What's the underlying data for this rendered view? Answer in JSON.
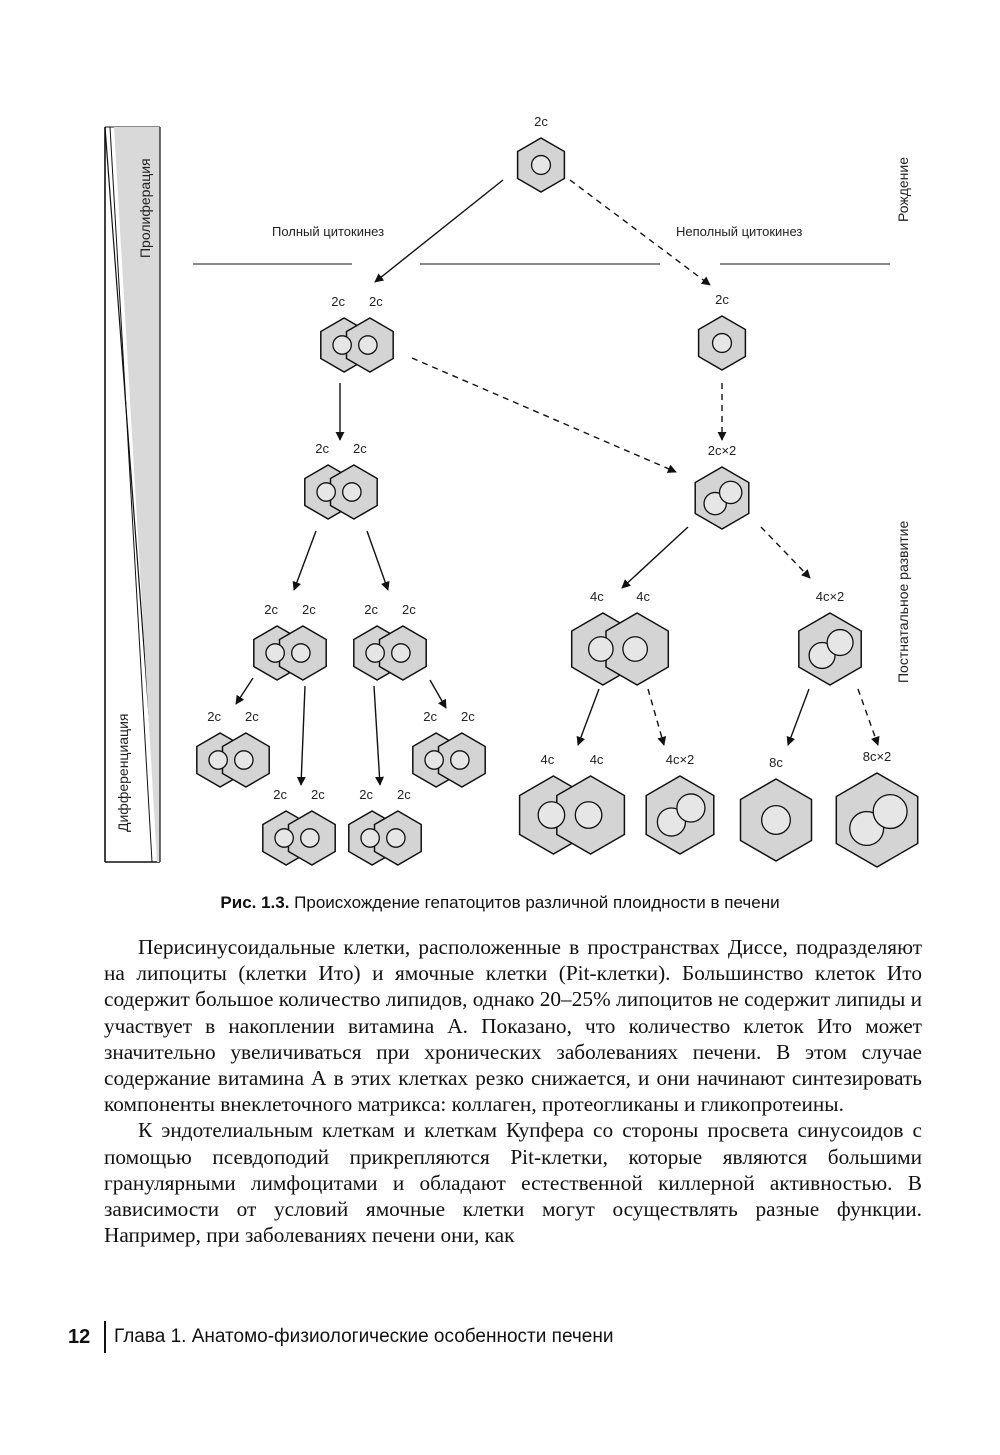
{
  "figure": {
    "labels": {
      "root": "2c",
      "full_cytokinesis": "Полный цитокинез",
      "incomplete_cytokinesis": "Неполный цитокинез",
      "birth": "Рождение",
      "postnatal": "Постнатальное развитие",
      "proliferation": "Пролиферация",
      "differentiation": "Дифференциация"
    },
    "cells": [
      {
        "labels": [
          "2c"
        ],
        "kind": "single"
      },
      {
        "labels": [
          "2c",
          "2c"
        ],
        "kind": "double"
      },
      {
        "labels": [
          "2c"
        ],
        "kind": "single"
      },
      {
        "labels": [
          "2c",
          "2c"
        ],
        "kind": "double"
      },
      {
        "labels": [
          "2c×2"
        ],
        "kind": "binucleate"
      },
      {
        "labels": [
          "2c",
          "2c"
        ],
        "kind": "double"
      },
      {
        "labels": [
          "2c",
          "2c"
        ],
        "kind": "double"
      },
      {
        "labels": [
          "4c",
          "4c"
        ],
        "kind": "double"
      },
      {
        "labels": [
          "4c×2"
        ],
        "kind": "binucleate"
      },
      {
        "labels": [
          "2c",
          "2c"
        ],
        "kind": "double"
      },
      {
        "labels": [
          "2c",
          "2c"
        ],
        "kind": "double"
      },
      {
        "labels": [
          "2c",
          "2c"
        ],
        "kind": "double"
      },
      {
        "labels": [
          "2c",
          "2c"
        ],
        "kind": "double"
      },
      {
        "labels": [
          "4c",
          "4c"
        ],
        "kind": "double"
      },
      {
        "labels": [
          "4c×2"
        ],
        "kind": "binucleate"
      },
      {
        "labels": [
          "8c"
        ],
        "kind": "single"
      },
      {
        "labels": [
          "8c×2"
        ],
        "kind": "binucleate"
      }
    ]
  },
  "caption": {
    "number": "Рис. 1.3.",
    "text": " Происхождение гепатоцитов различной плоидности в печени"
  },
  "paragraphs": [
    "Перисинусоидальные клетки, расположенные в пространствах Диссе, подразделяют на липоциты (клетки Ито) и ямочные клетки (Pit-клетки). Большинство клеток Ито содержит большое количество липидов, однако 20–25% липоцитов не содержит липиды и участвует в накоплении витамина А. Показано, что количество клеток Ито может значительно увеличиваться при хронических заболеваниях печени. В этом случае содержание витамина А в этих клетках резко снижается, и они начинают синтезировать компоненты внеклеточного матрикса: коллаген, протеогликаны и гликопротеины.",
    "К эндотелиальным клеткам и клеткам Купфера со стороны просвета синусоидов с помощью псевдоподий прикрепляются Pit-клетки, которые являются большими гранулярными лимфоцитами и обладают естественной киллерной активностью. В зависимости от условий ямочные клетки могут осуществлять разные функции. Например, при заболеваниях печени они, как"
  ],
  "footer": {
    "page_number": "12",
    "chapter": "Глава 1. Анатомо-физиологические особенности печени"
  }
}
